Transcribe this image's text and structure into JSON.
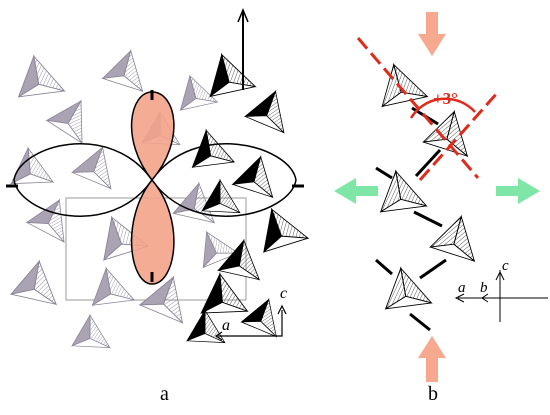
{
  "panel_a": {
    "label": "a",
    "axis_c": "c",
    "axis_a": "a",
    "colors": {
      "gray_tetra": "#a9a3b3",
      "black_tetra": "#000000",
      "lobe": "#f3a38a"
    }
  },
  "panel_b": {
    "label": "b",
    "axis_c": "c",
    "axis_a": "a",
    "axis_b": "b",
    "angle": "+3°",
    "colors": {
      "arrow_orange": "#f6a98f",
      "arrow_green": "#7ee6a6",
      "red": "#e02a1c"
    }
  }
}
